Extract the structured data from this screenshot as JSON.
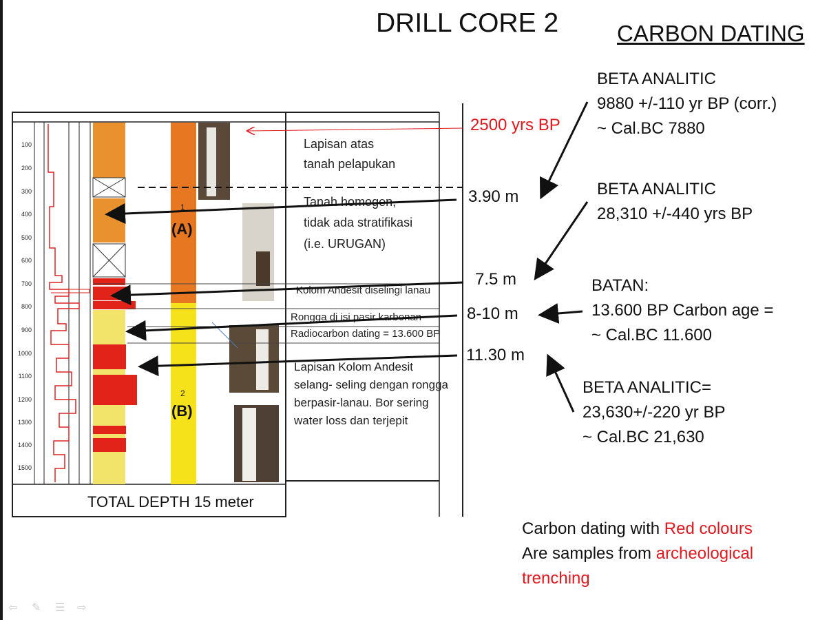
{
  "title": "DRILL CORE 2",
  "subtitle": "CARBON DATING",
  "log": {
    "depth_ticks": [
      "100",
      "200",
      "300",
      "400",
      "500",
      "600",
      "700",
      "800",
      "900",
      "1000",
      "1100",
      "1200",
      "1300",
      "1400",
      "1500"
    ],
    "layer_descriptions": [
      "Lapisan atas",
      "tanah pelapukan",
      "Tanah homogen,",
      "tidak ada stratifikasi",
      "(i.e. URUGAN)",
      "Kolom Andesit diselingi lanau",
      "Rongga di isi pasir karbonan",
      "Radiocarbon dating = 13.600 BP",
      "Lapisan Kolom Andesit",
      "selang- seling dengan rongga",
      "berpasir-lanau.  Bor sering",
      "water loss dan terjepit"
    ],
    "unit_a_number": "1",
    "unit_a": "(A)",
    "unit_b_number": "2",
    "unit_b": "(B)",
    "total_depth": "TOTAL DEPTH 15 meter"
  },
  "depth_markers": {
    "trench": "2500 yrs BP",
    "d1": "3.90 m",
    "d2": "7.5 m",
    "d3": "8-10 m",
    "d4": "11.30 m"
  },
  "results": {
    "r1": {
      "line1": "BETA ANALITIC",
      "line2": "9880 +/-110 yr BP (corr.)",
      "line3": "~  Cal.BC 7880"
    },
    "r2": {
      "line1": "BETA ANALITIC",
      "line2": "28,310 +/-440 yrs BP"
    },
    "r3": {
      "line1": "BATAN:",
      "line2": "13.600 BP Carbon age =",
      "line3": "~  Cal.BC 11.600"
    },
    "r4": {
      "line1": "BETA ANALITIC=",
      "line2": "23,630+/-220 yr BP",
      "line3": "~ Cal.BC 21,630"
    }
  },
  "note": {
    "l1a": "Carbon dating with ",
    "l1b": "Red colours",
    "l2a": "Are samples from ",
    "l2b": "archeological",
    "l3": "trenching"
  },
  "colors": {
    "red": "#e0191e",
    "orange": "#e87722",
    "yellow": "#f5e21a",
    "core_red": "#e2231a"
  }
}
